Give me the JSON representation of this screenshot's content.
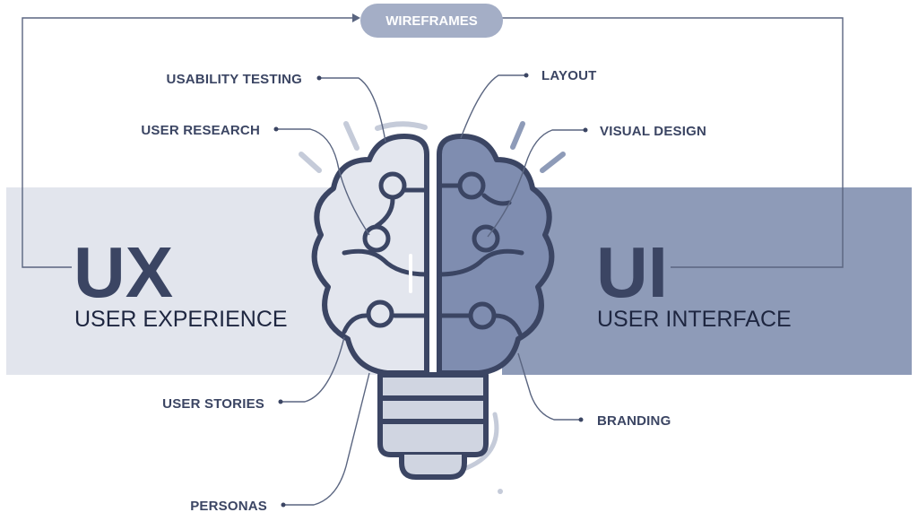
{
  "top_pill": "WIREFRAMES",
  "left": {
    "title": "UX",
    "subtitle": "USER EXPERIENCE"
  },
  "right": {
    "title": "UI",
    "subtitle": "USER INTERFACE"
  },
  "labels": {
    "usability_testing": "USABILITY TESTING",
    "user_research": "USER RESEARCH",
    "user_stories": "USER STORIES",
    "personas": "PERSONAS",
    "layout": "LAYOUT",
    "visual_design": "VISUAL DESIGN",
    "branding": "BRANDING"
  },
  "colors": {
    "left_band": "#e2e5ed",
    "right_band": "#8e9bb8",
    "brain_left": "#e3e6ee",
    "brain_right": "#7f8db0",
    "outline": "#3b4563",
    "pill": "#a4aec6"
  }
}
